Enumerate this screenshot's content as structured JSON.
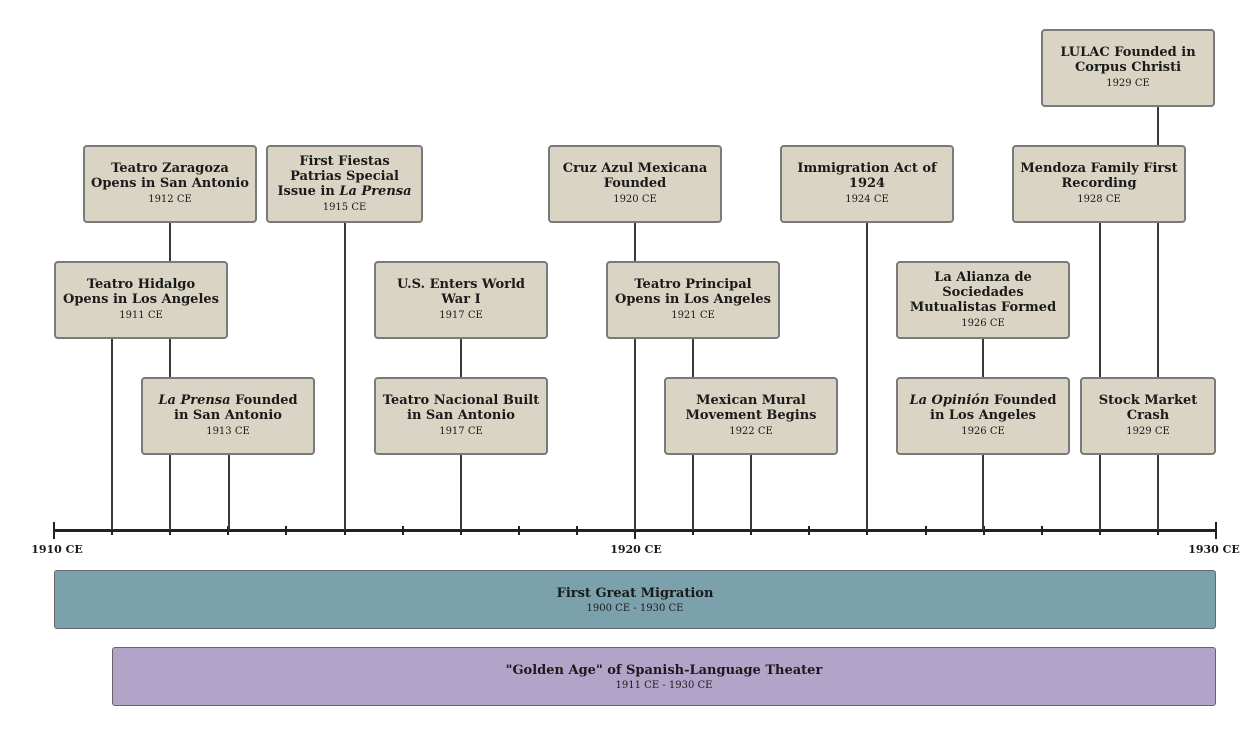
{
  "timeline": {
    "year_labels": {
      "start": "1910 CE",
      "mid": "1920 CE",
      "end": "1930 CE"
    },
    "events": [
      {
        "id": "teatro-hidalgo",
        "title_parts": [
          {
            "text": "Teatro Hidalgo Opens in Los Angeles",
            "italic": false
          }
        ],
        "date": "1911 CE"
      },
      {
        "id": "teatro-zaragoza",
        "title_parts": [
          {
            "text": "Teatro Zaragoza Opens in San Antonio",
            "italic": false
          }
        ],
        "date": "1912 CE"
      },
      {
        "id": "la-prensa-founded",
        "title_parts": [
          {
            "text": "La Prensa",
            "italic": true
          },
          {
            "text": " Founded in San Antonio",
            "italic": false
          }
        ],
        "date": "1913 CE"
      },
      {
        "id": "fiestas-patrias",
        "title_parts": [
          {
            "text": "First Fiestas Patrias Special Issue in ",
            "italic": false
          },
          {
            "text": "La Prensa",
            "italic": true
          }
        ],
        "date": "1915 CE"
      },
      {
        "id": "us-enters-wwi",
        "title_parts": [
          {
            "text": "U.S. Enters World War I",
            "italic": false
          }
        ],
        "date": "1917 CE"
      },
      {
        "id": "teatro-nacional",
        "title_parts": [
          {
            "text": "Teatro Nacional Built in San Antonio",
            "italic": false
          }
        ],
        "date": "1917 CE"
      },
      {
        "id": "cruz-azul",
        "title_parts": [
          {
            "text": "Cruz Azul Mexicana Founded",
            "italic": false
          }
        ],
        "date": "1920 CE"
      },
      {
        "id": "teatro-principal",
        "title_parts": [
          {
            "text": "Teatro Principal Opens in Los Angeles",
            "italic": false
          }
        ],
        "date": "1921 CE"
      },
      {
        "id": "mexican-mural",
        "title_parts": [
          {
            "text": "Mexican Mural Movement Begins",
            "italic": false
          }
        ],
        "date": "1922 CE"
      },
      {
        "id": "immigration-act",
        "title_parts": [
          {
            "text": "Immigration Act of 1924",
            "italic": false
          }
        ],
        "date": "1924 CE"
      },
      {
        "id": "la-alianza",
        "title_parts": [
          {
            "text": "La Alianza de Sociedades Mutualistas Formed",
            "italic": false
          }
        ],
        "date": "1926 CE"
      },
      {
        "id": "la-opinion",
        "title_parts": [
          {
            "text": "La Opinión",
            "italic": true
          },
          {
            "text": " Founded in Los Angeles",
            "italic": false
          }
        ],
        "date": "1926 CE"
      },
      {
        "id": "mendoza-family",
        "title_parts": [
          {
            "text": "Mendoza Family First Recording",
            "italic": false
          }
        ],
        "date": "1928 CE"
      },
      {
        "id": "lulac",
        "title_parts": [
          {
            "text": "LULAC Founded in Corpus Christi",
            "italic": false
          }
        ],
        "date": "1929 CE"
      },
      {
        "id": "stock-market",
        "title_parts": [
          {
            "text": "Stock Market Crash",
            "italic": false
          }
        ],
        "date": "1929 CE"
      }
    ],
    "periods": [
      {
        "id": "great-migration",
        "title": "First Great Migration",
        "range": "1900 CE - 1930 CE",
        "color": "#7aa1ac"
      },
      {
        "id": "golden-age",
        "title": "\"Golden Age\" of Spanish-Language Theater",
        "range": "1911 CE - 1930 CE",
        "color": "#b2a4c9"
      }
    ],
    "colors": {
      "event_box": "#d9d4c3",
      "axis": "#222222"
    }
  }
}
